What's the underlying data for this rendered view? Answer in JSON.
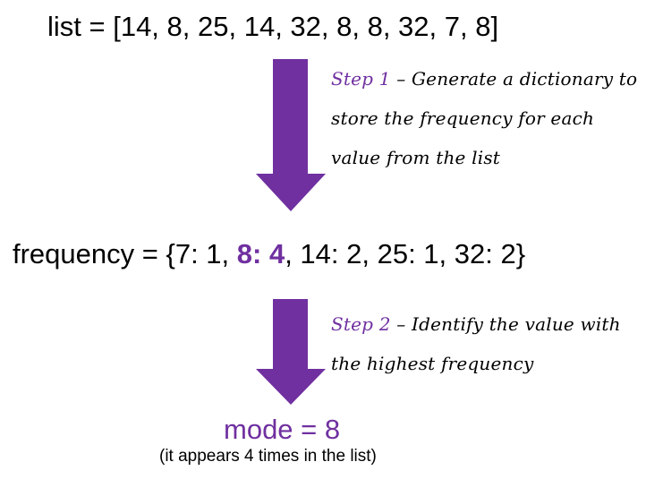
{
  "list_line": {
    "text": "list = [14, 8, 25, 14, 32, 8, 8, 32, 7, 8]"
  },
  "step1": {
    "label": "Step 1",
    "text": " – Generate a dictionary to store the frequency for each value from the list"
  },
  "frequency_line": {
    "prefix": "frequency = {7: 1, ",
    "highlight": "8: 4",
    "suffix": ", 14: 2, 25: 1, 32: 2}"
  },
  "step2": {
    "label": "Step 2",
    "text": " – Identify the value with the highest frequency"
  },
  "result": {
    "mode": "mode = 8",
    "note": "(it appears 4 times in the list)"
  },
  "colors": {
    "accent": "#7030a0",
    "text": "#000000",
    "background": "#ffffff"
  }
}
